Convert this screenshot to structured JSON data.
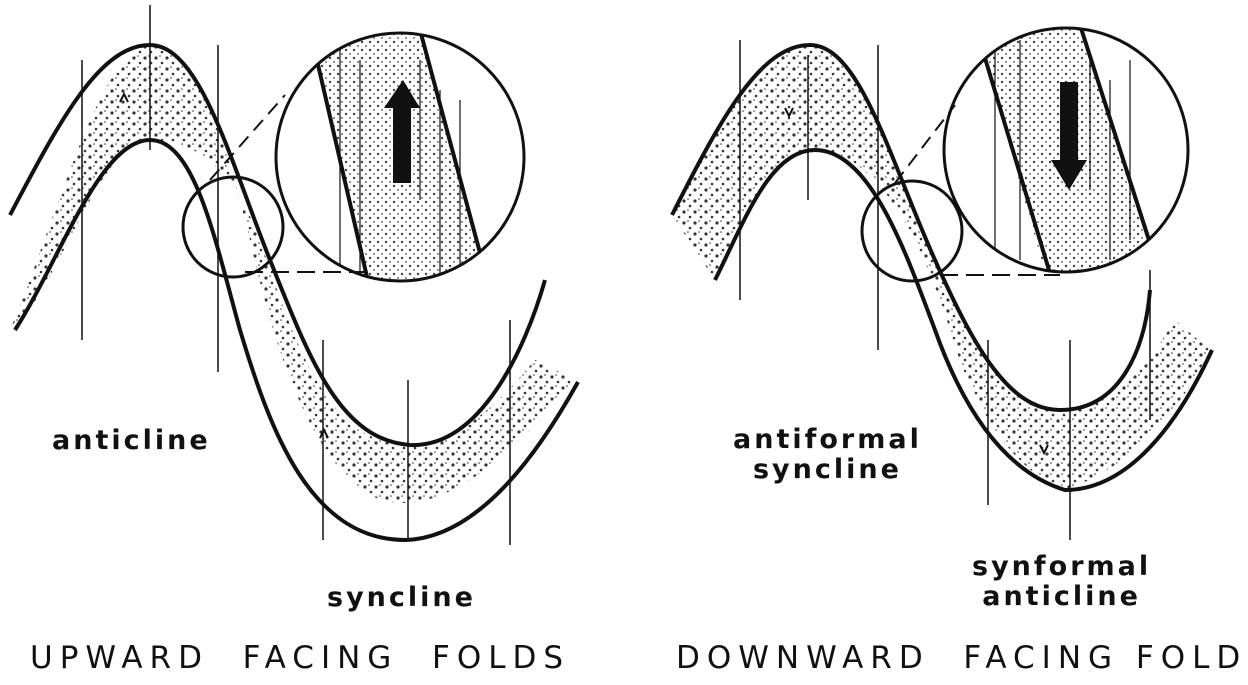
{
  "figure": {
    "left_panel": {
      "fold_label_top": "anticline",
      "fold_label_bottom": "syncline",
      "caption": "UPWARD  FACING  FOLDS",
      "younging_arrow": "up"
    },
    "right_panel": {
      "fold_label_top": "antiformal\nsyncline",
      "fold_label_bottom": "synformal\nanticline",
      "caption": "DOWNWARD  FACING FOLDS",
      "younging_arrow": "down"
    }
  }
}
